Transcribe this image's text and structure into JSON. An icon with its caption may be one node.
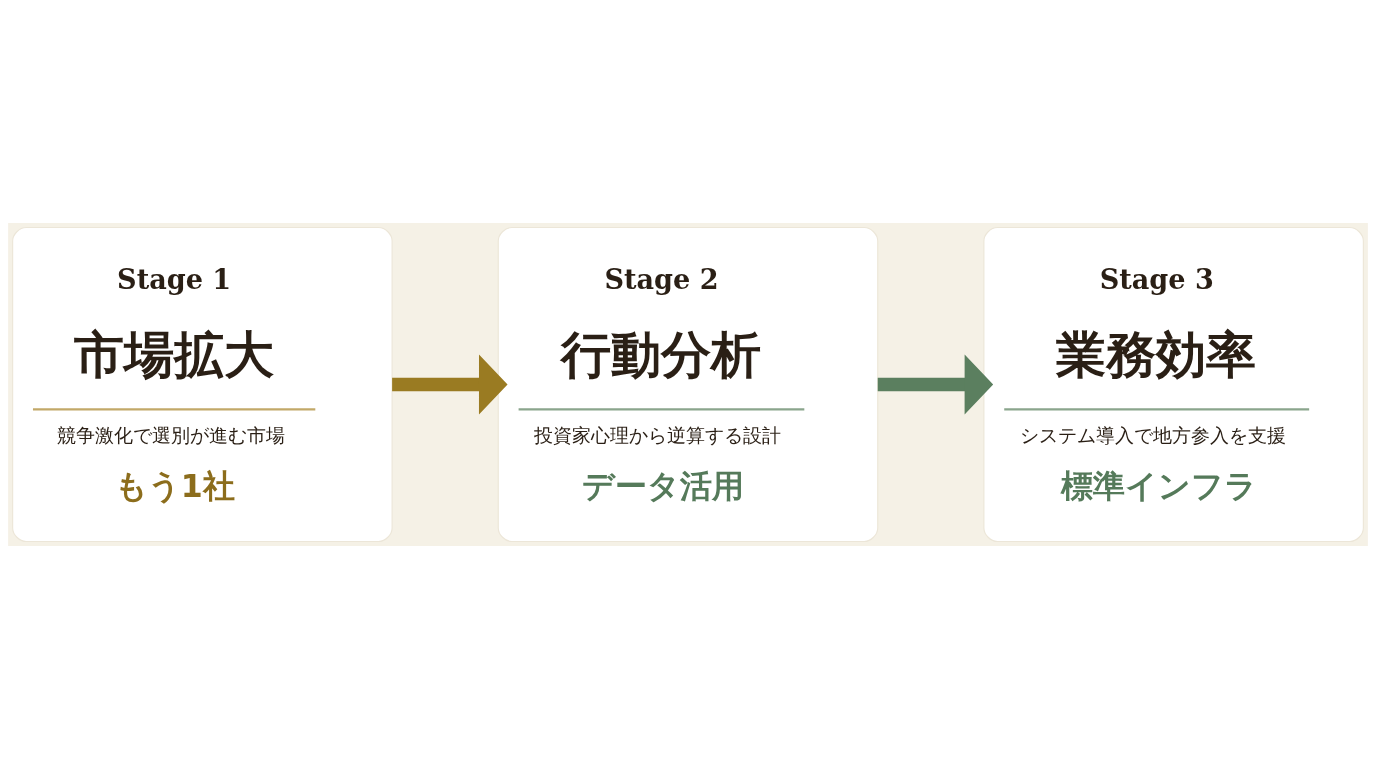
{
  "diagram": {
    "nodes": [
      {
        "text": [
          "Stage 1",
          "市場拡大",
          "競争激化で選別が進む市場",
          "もう1社"
        ]
      },
      {
        "text": [
          "Stage 2",
          "行動分析",
          "投資家心理から逆算する設計",
          "データ活用"
        ]
      },
      {
        "text": [
          "Stage 3",
          "業務効率",
          "システム導入で地方参入を支援",
          "標準インフラ"
        ]
      }
    ],
    "edges": [
      {
        "from": 0,
        "to": 1,
        "arrow": "to",
        "color": "#9a7b22"
      },
      {
        "from": 1,
        "to": 2,
        "arrow": "to",
        "color": "#5b7f5f"
      }
    ]
  }
}
